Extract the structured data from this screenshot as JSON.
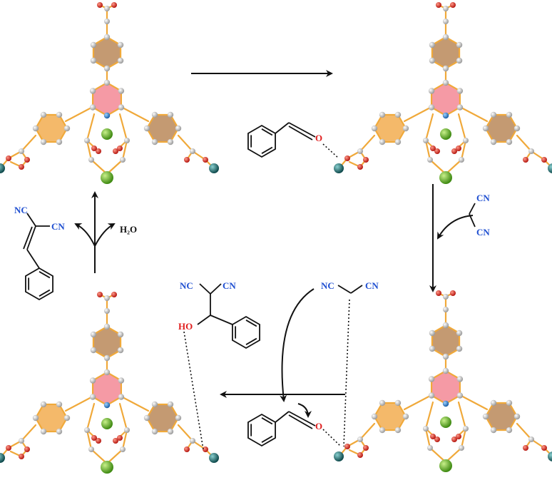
{
  "labels": {
    "nc": "NC",
    "cn": "CN",
    "water": "H₂O",
    "o": "O",
    "ho": "HO"
  },
  "colors": {
    "orange_bond": "#f0a93a",
    "center_ring": "#f59aa5",
    "top_ring": "#c49a72",
    "side_ring": "#f4b96a",
    "carbon_atom": "#c8c8c8",
    "oxygen_atom": "#e23a2a",
    "nitrogen_atom": "#2f8fd8",
    "metal_teal": "#1e6f72",
    "metal_green": "#5fb42a",
    "nitrile_blue": "#1f4fd1",
    "oxygen_red": "#e01e1e"
  },
  "icons": [
    "mof-node-fragment",
    "benzaldehyde",
    "malononitrile",
    "benzylidene-malononitrile",
    "aldol-intermediate",
    "reaction-arrow"
  ]
}
